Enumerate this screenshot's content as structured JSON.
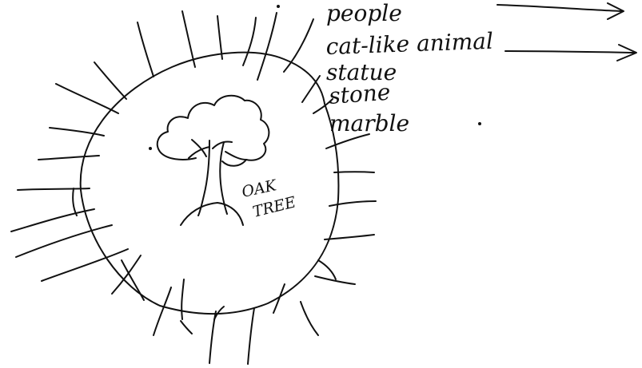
{
  "labels": [
    "people",
    "cat-like animal",
    "statue",
    "stone",
    "marble"
  ],
  "tree_label": {
    "line1": "OAK",
    "line2": "TREE"
  },
  "ink_color": "#111111",
  "background": "#ffffff"
}
